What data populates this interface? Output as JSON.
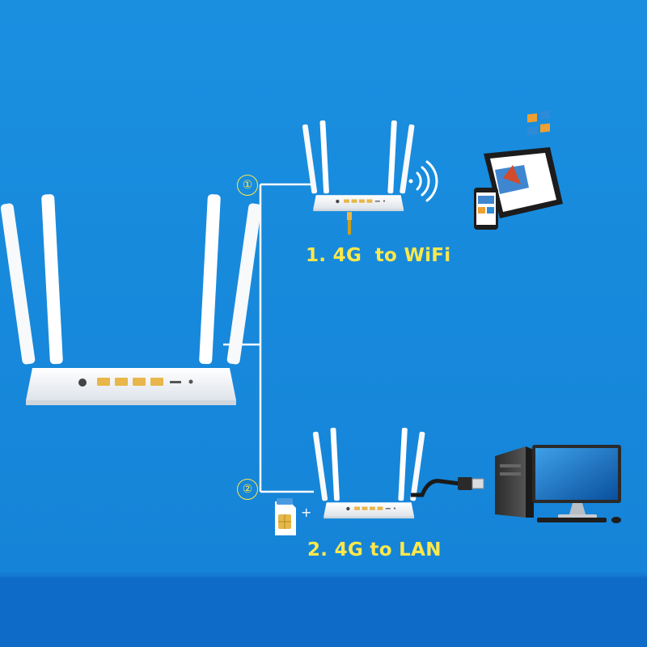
{
  "colors": {
    "background_top": "#1a8fe0",
    "background_bottom": "#0f6bc8",
    "line": "#ffffff",
    "label": "#ffe84a",
    "router_body": "#f4f6f8",
    "port": "#e8b64a"
  },
  "icons": [
    "router-icon",
    "wifi-signal-icon",
    "tablet-icon",
    "smartphone-icon",
    "sim-card-icon",
    "ethernet-cable-icon",
    "desktop-computer-icon"
  ],
  "diagram": {
    "branches": [
      {
        "marker": "①",
        "label": "1. 4G  to WiFi"
      },
      {
        "marker": "②",
        "label": "2. 4G to LAN"
      }
    ],
    "sim_plus": "+"
  }
}
